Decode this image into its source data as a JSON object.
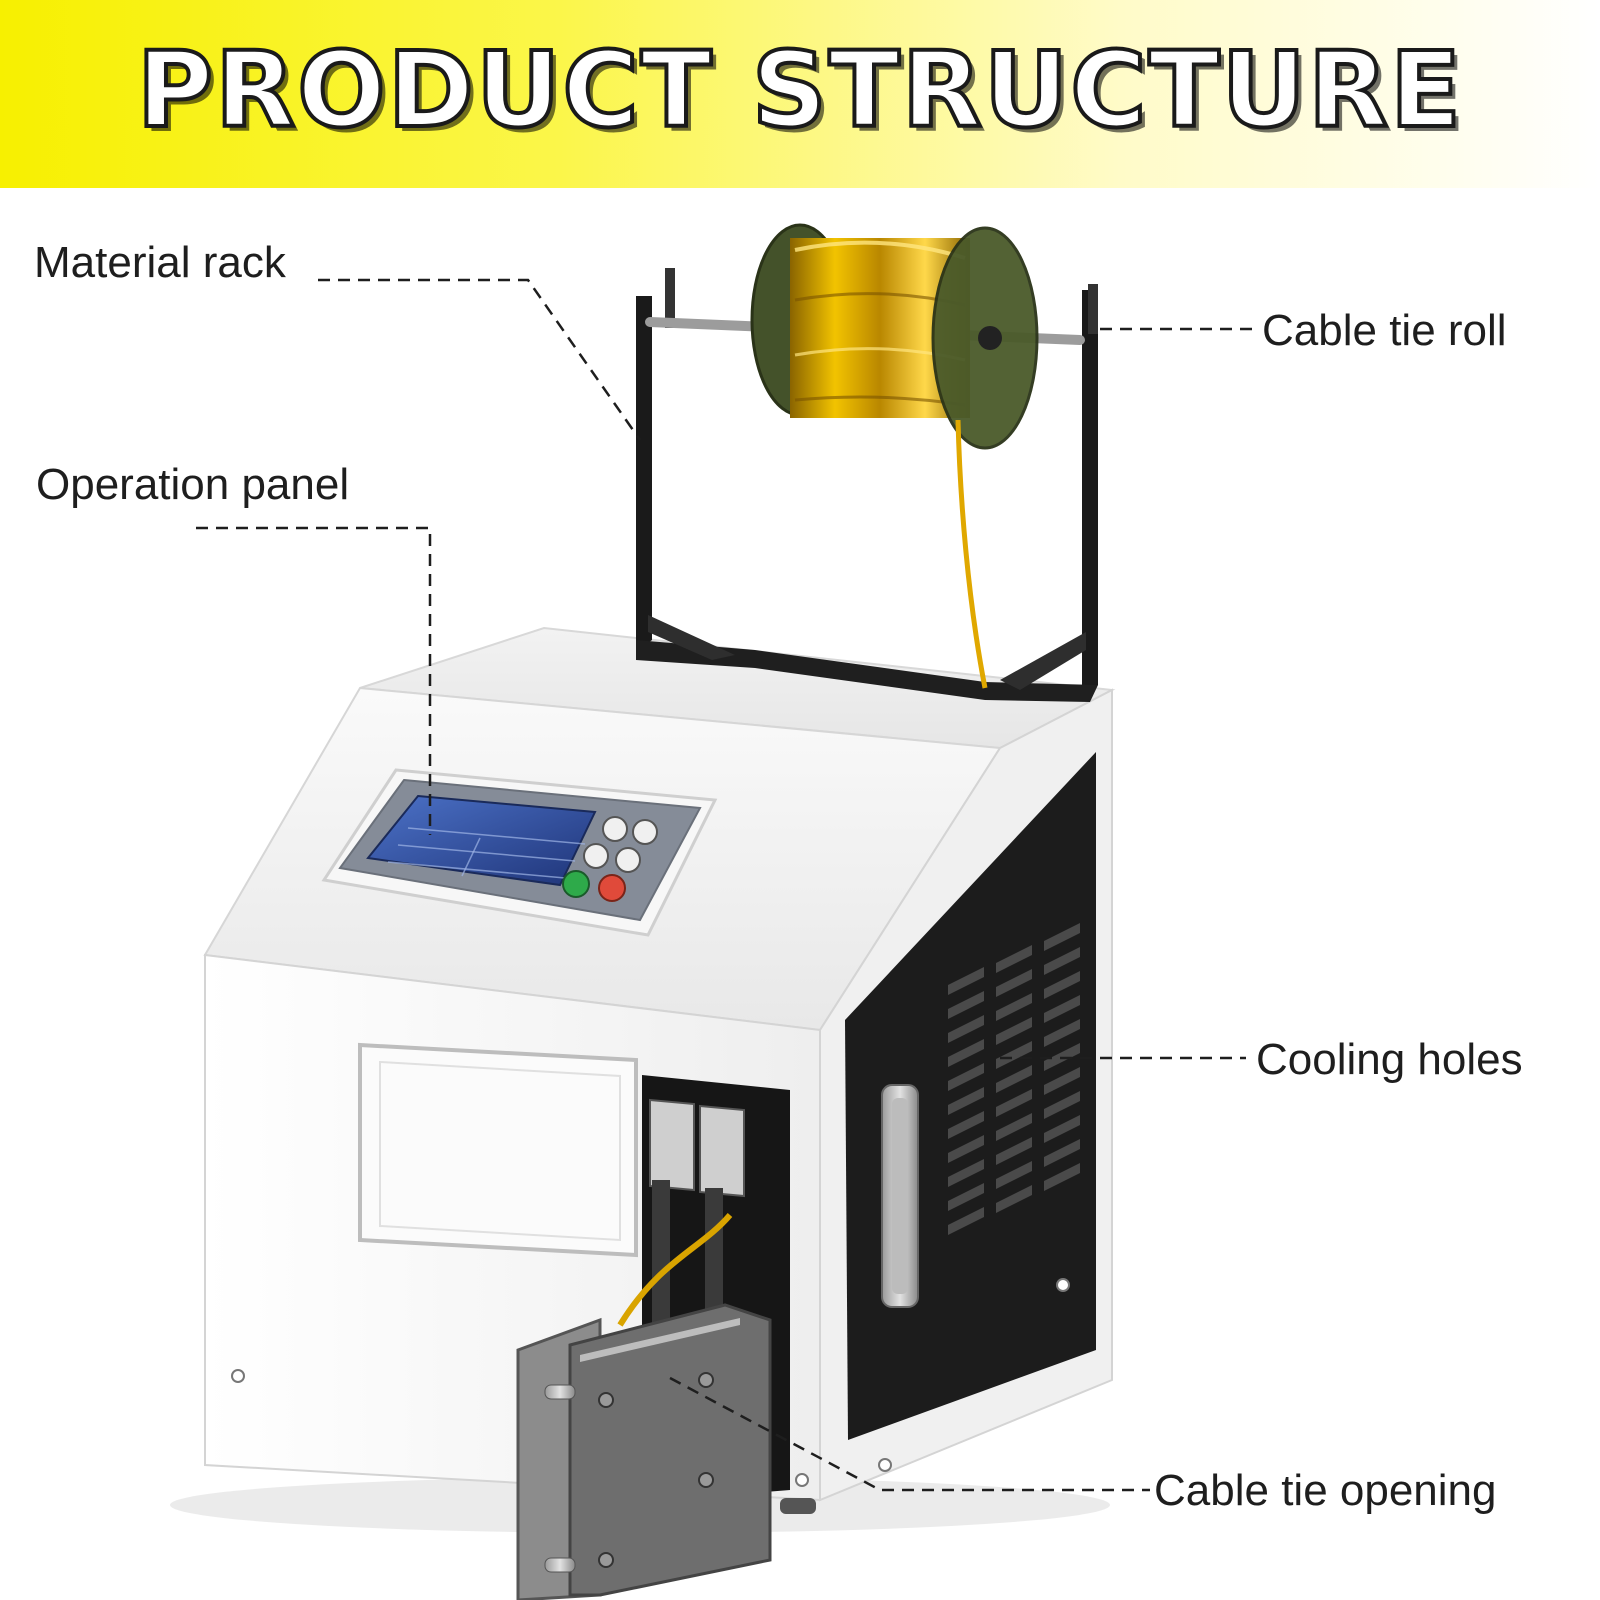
{
  "title": "PRODUCT STRUCTURE",
  "callouts": {
    "material_rack": "Material rack",
    "operation_panel": "Operation panel",
    "cable_tie_roll": "Cable tie roll",
    "cooling_holes": "Cooling holes",
    "cable_tie_opening": "Cable tie opening"
  },
  "colors": {
    "banner_yellow": "#f7f000",
    "machine_body": "#f4f4f4",
    "side_panel": "#1c1c1c",
    "rack": "#1a1a1a",
    "spool_tape": "#d9a400",
    "spool_flange": "#4a5a2a",
    "screen": "#2f4fa0",
    "start_button": "#2eaa4a",
    "stop_button": "#e04a3a"
  }
}
